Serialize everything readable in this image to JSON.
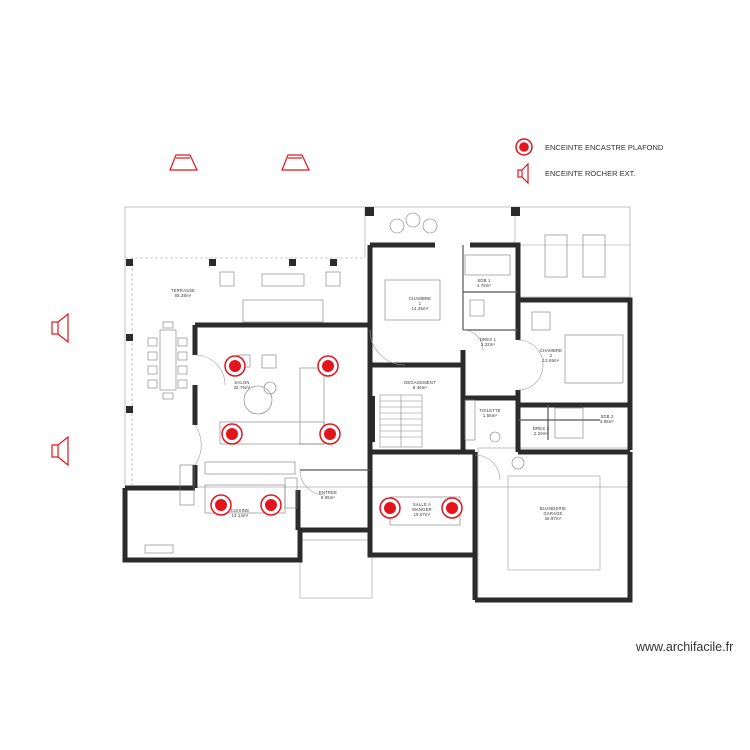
{
  "legend": {
    "ceiling_speaker_label": "ENCEINTE ENCASTRE PLAFOND",
    "rock_speaker_label": "ENCEINTE ROCHER EXT."
  },
  "rooms": {
    "terrasse": {
      "name": "TERRASSE",
      "area": "85.28m²"
    },
    "salon": {
      "name": "SALON",
      "area": "32.75m²"
    },
    "cuisine": {
      "name": "CUISINE",
      "area": "13.14m²"
    },
    "entree": {
      "name": "ENTREE",
      "area": "9.85m²"
    },
    "salle_a_manger": {
      "name": "SALLE A",
      "name2": "MANGER",
      "area": "15.07m²"
    },
    "degagement": {
      "name": "DEGAGEMENT",
      "area": "8.46m²"
    },
    "chambre1": {
      "name": "CHAMBRE",
      "number": "1",
      "area": "14.35m²"
    },
    "sdb1": {
      "name": "SDB 1",
      "area": "4.78m²"
    },
    "dres1": {
      "name": "DRES 1",
      "area": "2.32m²"
    },
    "chambre2": {
      "name": "CHAMBRE",
      "number": "2",
      "area": "13.69m²"
    },
    "toilettes": {
      "name": "TOILETTE",
      "area": "1.56m²"
    },
    "dres2": {
      "name": "DRES 2",
      "area": "2.20m²"
    },
    "sdb2": {
      "name": "SDB 2",
      "area": "3.86m²"
    },
    "buanderie": {
      "name": "BUANDERIE",
      "name2": "GARAGE",
      "area": "36.97m²"
    }
  },
  "colors": {
    "speaker_red": "#e2141c",
    "wall": "#2b2b2b",
    "thin_line": "#9a9a9a"
  },
  "icons": [
    "ceiling-speaker-icon",
    "rock-speaker-icon"
  ],
  "watermark": "www.archifacile.fr"
}
